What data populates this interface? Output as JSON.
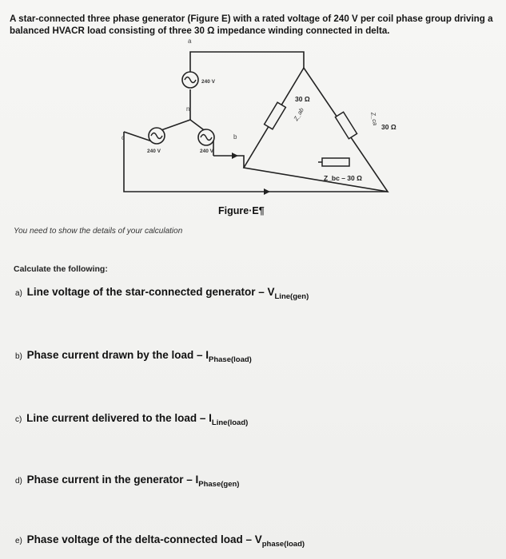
{
  "intro": {
    "line1": "A star-connected three phase generator (Figure E) with a rated voltage of 240 V per coil phase group driving a",
    "line2": "balanced HVACR load consisting of three 30 Ω impedance winding connected in delta."
  },
  "figure": {
    "caption": "Figure·E¶",
    "node_a": "a",
    "node_b": "b",
    "node_c": "c",
    "node_n": "n",
    "source_a_label": "240 V",
    "source_b_label": "240 V",
    "source_c_label": "240 V",
    "z_ab_value": "30 Ω",
    "z_ab_name": "Z_ab",
    "z_ca_value": "30 Ω",
    "z_ca_name": "Z_ca",
    "z_bc_label": "Z_bc – 30 Ω"
  },
  "note": "You need to show the details of your calculation",
  "calc_heading": "Calculate the following:",
  "questions": [
    {
      "letter": "a)",
      "text": "Line voltage of the star-connected generator – V",
      "sub": "Line(gen)"
    },
    {
      "letter": "b)",
      "text": "Phase current drawn by the load – I",
      "sub": "Phase(load)"
    },
    {
      "letter": "c)",
      "text": "Line current delivered to the load – I",
      "sub": "Line(load)"
    },
    {
      "letter": "d)",
      "text": "Phase current in the generator – I",
      "sub": "Phase(gen)"
    },
    {
      "letter": "e)",
      "text": "Phase voltage of the delta-connected load – V",
      "sub": "phase(load)"
    }
  ]
}
